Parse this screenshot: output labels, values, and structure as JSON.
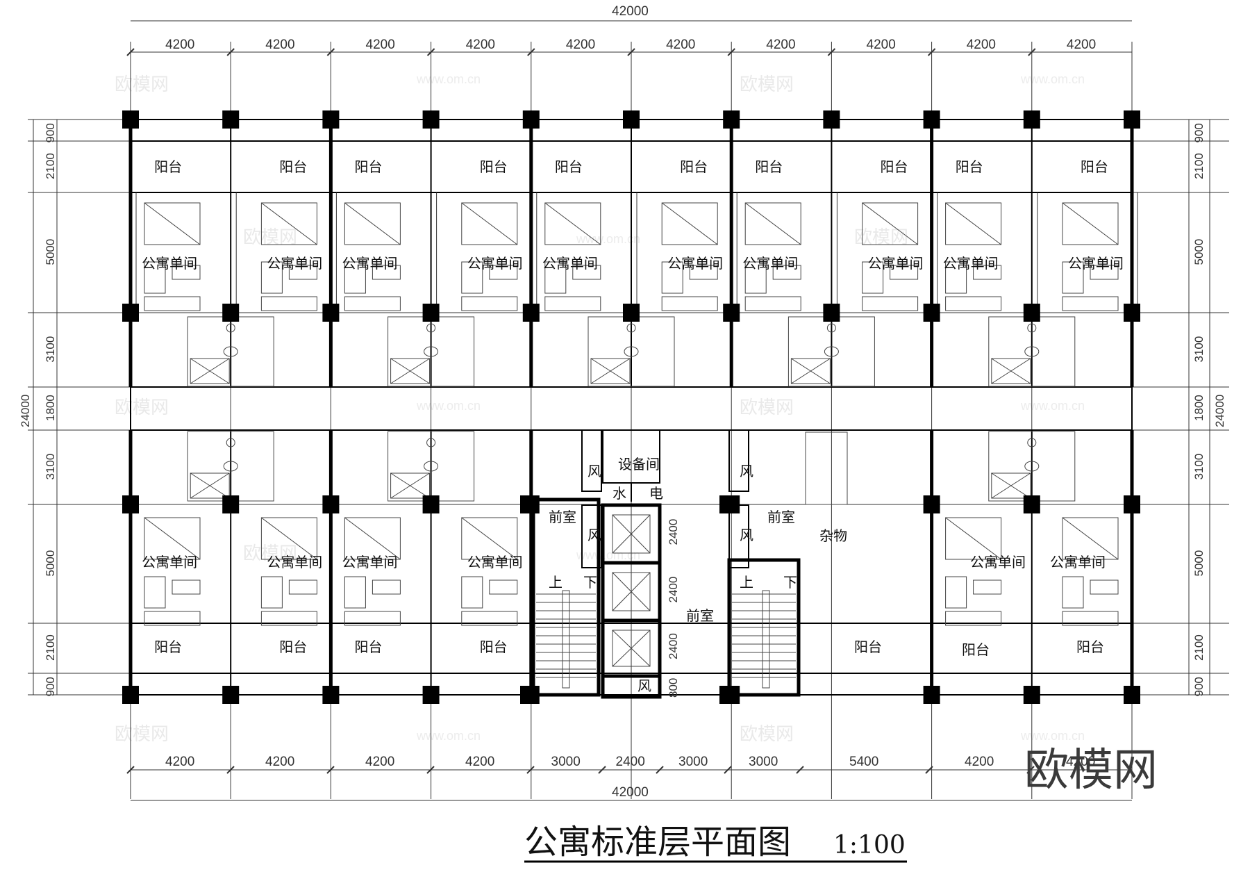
{
  "title": "公寓标准层平面图",
  "scale": "1:100",
  "watermark_brand": "欧模网",
  "watermark_url": "www.om.cn",
  "dims": {
    "overall_top": "42000",
    "overall_bottom": "42000",
    "overall_left": "24000",
    "overall_right": "24000",
    "top_bays": [
      "4200",
      "4200",
      "4200",
      "4200",
      "4200",
      "4200",
      "4200",
      "4200",
      "4200",
      "4200"
    ],
    "bottom_bays": [
      "4200",
      "4200",
      "4200",
      "4200",
      "3000",
      "2400",
      "3000",
      "3000",
      "5400",
      "4200",
      "4200"
    ],
    "rows": [
      "900",
      "2100",
      "5000",
      "3100",
      "1800",
      "3100",
      "5000",
      "2100",
      "900"
    ],
    "elevator": [
      "2400",
      "2400",
      "2400",
      "800"
    ]
  },
  "rooms": {
    "balcony": "阳台",
    "unit": "公寓单间",
    "lobby": "前室",
    "equipment": "设备间",
    "water": "水",
    "electric": "电",
    "wind": "风",
    "storage": "杂物",
    "up": "上",
    "down": "下"
  }
}
